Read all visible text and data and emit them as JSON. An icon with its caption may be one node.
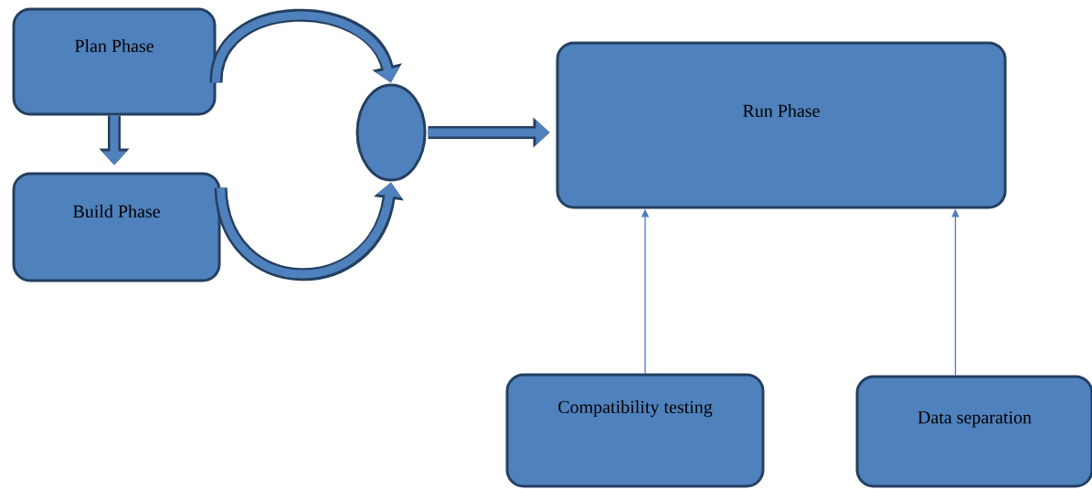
{
  "diagram": {
    "nodes": [
      {
        "text": [
          "Plan Phase"
        ]
      },
      {
        "text": [
          "Build Phase"
        ]
      },
      {
        "text": [],
        "shape": "circle"
      },
      {
        "text": [
          "Run Phase"
        ]
      },
      {
        "text": [
          "Compatibility testing"
        ]
      },
      {
        "text": [
          "Data separation"
        ]
      }
    ],
    "edges": [
      {
        "from": 0,
        "to": 1,
        "arrow": "to"
      },
      {
        "from": 0,
        "to": 2,
        "arrow": "to"
      },
      {
        "from": 1,
        "to": 2,
        "arrow": "to"
      },
      {
        "from": 2,
        "to": 3,
        "arrow": "to"
      },
      {
        "from": 4,
        "to": 3,
        "arrow": "to",
        "color": "#4a7ebb"
      },
      {
        "from": 5,
        "to": 3,
        "arrow": "to",
        "color": "#4a7ebb"
      }
    ]
  }
}
